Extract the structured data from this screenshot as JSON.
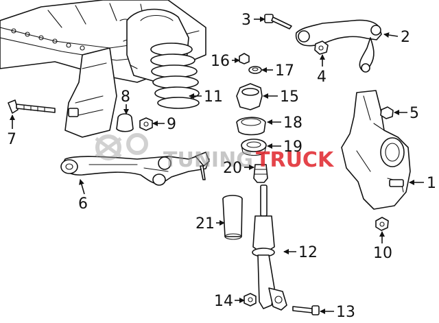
{
  "callouts": {
    "c1": "1",
    "c2": "2",
    "c3": "3",
    "c4": "4",
    "c5": "5",
    "c6": "6",
    "c7": "7",
    "c8": "8",
    "c9": "9",
    "c10": "10",
    "c11": "11",
    "c12": "12",
    "c13": "13",
    "c14": "14",
    "c15": "15",
    "c16": "16",
    "c17": "17",
    "c18": "18",
    "c19": "19",
    "c20": "20",
    "c21": "21"
  },
  "watermark": {
    "part1": "TUNING",
    "part2": "TRUCK",
    "accent_color": "#e0242b",
    "gray_color": "#9a9a9a"
  }
}
